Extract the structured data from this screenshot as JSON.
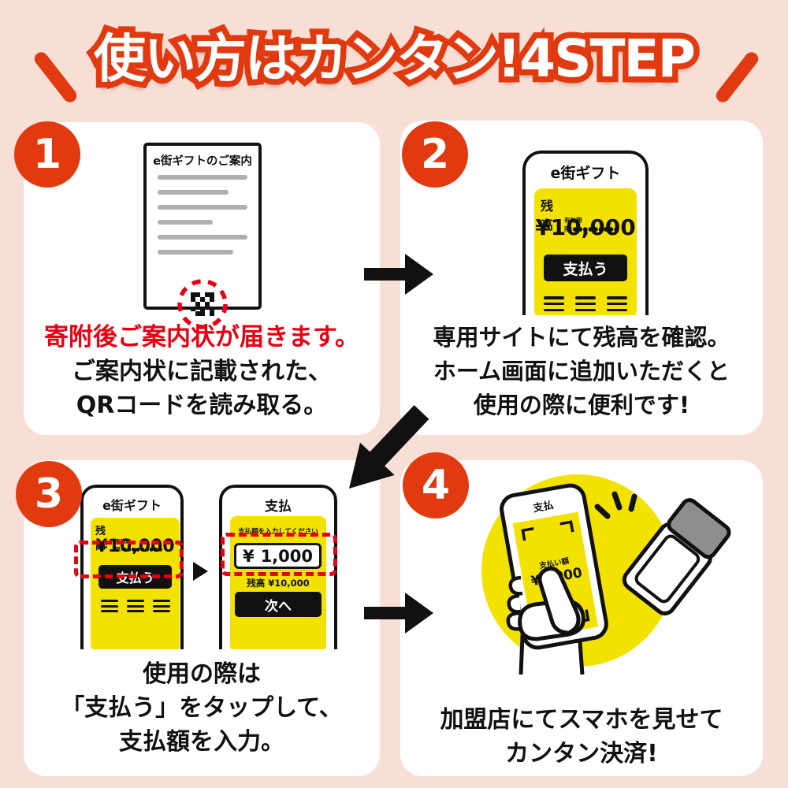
{
  "title": {
    "text": "使い方はカンタン!4STEP"
  },
  "colors": {
    "background": "#F7DFD6",
    "accent_orange": "#E23A10",
    "screen_yellow": "#F3E100",
    "alert_red": "#E60012",
    "ink_black": "#111111",
    "line_gray": "#AFAFAF",
    "reader_gray": "#8E8E8E"
  },
  "steps": [
    {
      "number": "1",
      "document": {
        "title": "e街ギフトのご案内"
      },
      "captions": {
        "line1": "寄附後ご案内状が届きます。",
        "line2": "ご案内状に記載された、",
        "line3": "QRコードを読み取る。"
      }
    },
    {
      "number": "2",
      "phone": {
        "header": "e街ギフト",
        "balance_label": "残高",
        "expiry": "有効期限:●●●●●●●●●",
        "amount": "¥10,000",
        "pay_button": "支払う"
      },
      "captions": {
        "line1": "専用サイトにて残高を確認。",
        "line2": "ホーム画面に追加いただくと",
        "line3": "使用の際に便利です!"
      }
    },
    {
      "number": "3",
      "phone_left": {
        "header": "e街ギフト",
        "balance_label": "残高",
        "expiry": "有効期限:●●●●●●●●●",
        "amount": "¥10,000",
        "pay_button": "支払う"
      },
      "phone_right": {
        "header": "支払",
        "prompt": "支払額を入力してください",
        "input_currency": "¥",
        "input_amount": "1,000",
        "balance": "残高 ¥10,000",
        "next_button": "次へ"
      },
      "captions": {
        "line1": "使用の際は",
        "line2": "「支払う」をタップして、",
        "line3": "支払額を入力。"
      }
    },
    {
      "number": "4",
      "phone": {
        "header": "支払",
        "amount_label": "支払い額",
        "amount": "¥1,000"
      },
      "captions": {
        "line1": "加盟店にてスマホを見せて",
        "line2": "カンタン決済!"
      }
    }
  ]
}
